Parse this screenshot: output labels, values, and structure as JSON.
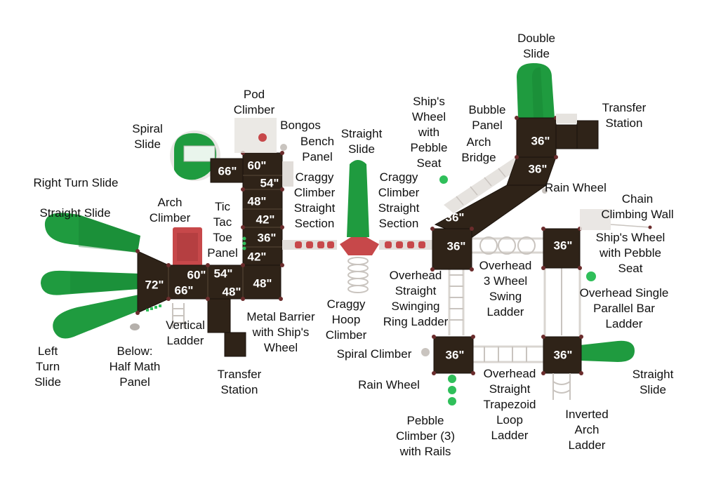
{
  "colors": {
    "deck": "#2f2318",
    "deck_edge": "#1a120b",
    "slide": "#1f9b3f",
    "slide_dark": "#137a2d",
    "accent_red": "#c7484a",
    "frame": "#d9d5d0",
    "post": "#6b2c2c",
    "pebble": "#2fbf5a"
  },
  "decks": {
    "d1": "66\"",
    "d2": "60\"",
    "d3": "54\"",
    "d4": "48\"",
    "d5": "42\"",
    "d6": "36\"",
    "d7": "42\"",
    "d8": "72\"",
    "d9": "60\"",
    "d10": "54\"",
    "d11": "66\"",
    "d12": "48\"",
    "d13": "48\"",
    "d14": "36\"",
    "d15": "36\"",
    "d16": "36\"",
    "d17": "36\"",
    "d18": "36\"",
    "d19": "36\"",
    "d20": "36\""
  },
  "labels": {
    "pod_climber": "Pod\nClimber",
    "bongos": "Bongos",
    "spiral_slide": "Spiral\nSlide",
    "right_turn_slide": "Right Turn Slide",
    "straight_slide_left": "Straight Slide",
    "arch_climber": "Arch\nClimber",
    "tic_tac_toe": "Tic\nTac\nToe\nPanel",
    "bench_panel": "Bench\nPanel",
    "craggy_left": "Craggy\nClimber\nStraight\nSection",
    "straight_slide_center": "Straight\nSlide",
    "craggy_right": "Craggy\nClimber\nStraight\nSection",
    "ships_wheel_top": "Ship's\nWheel\nwith\nPebble\nSeat",
    "bubble_panel": "Bubble\nPanel",
    "arch_bridge": "Arch\nBridge",
    "double_slide": "Double\nSlide",
    "transfer_station_top": "Transfer\nStation",
    "rain_wheel_top": "Rain Wheel",
    "chain_climbing_wall": "Chain\nClimbing Wall",
    "ships_wheel_right": "Ship's Wheel\nwith Pebble\nSeat",
    "overhead_single": "Overhead Single\nParallel Bar\nLadder",
    "overhead_3wheel": "Overhead\n3 Wheel\nSwing\nLadder",
    "overhead_ring": "Overhead\nStraight\nSwinging\nRing Ladder",
    "craggy_hoop": "Craggy\nHoop\nClimber",
    "metal_barrier": "Metal Barrier\nwith Ship's\nWheel",
    "vertical_ladder": "Vertical\nLadder",
    "left_turn_slide": "Left\nTurn\nSlide",
    "half_math": "Below:\nHalf Math\nPanel",
    "transfer_station_bottom": "Transfer\nStation",
    "spiral_climber": "Spiral Climber",
    "rain_wheel_bottom": "Rain Wheel",
    "pebble_climber": "Pebble\nClimber (3)\nwith Rails",
    "overhead_trapezoid": "Overhead\nStraight\nTrapezoid\nLoop\nLadder",
    "inverted_arch": "Inverted\nArch\nLadder",
    "straight_slide_right": "Straight\nSlide"
  }
}
